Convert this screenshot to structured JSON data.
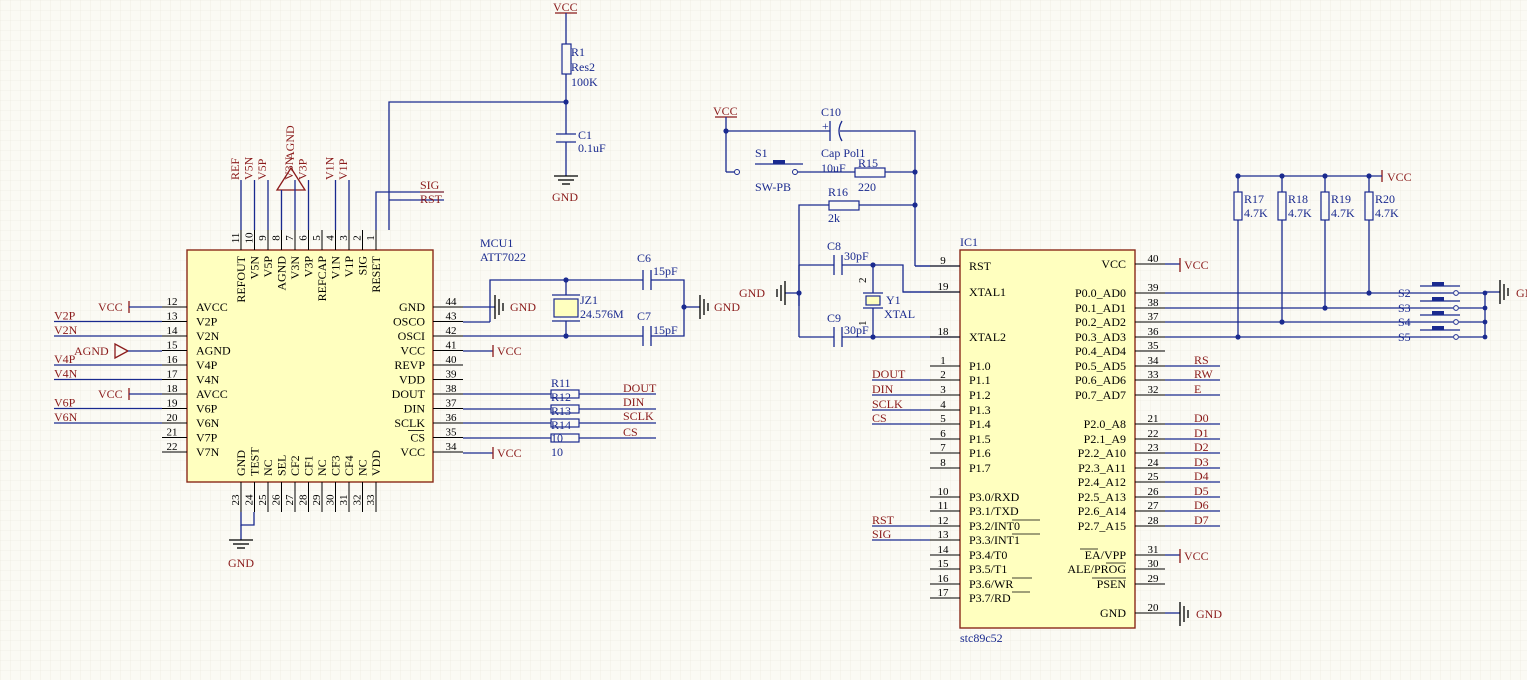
{
  "schematic": {
    "power": {
      "vcc": "VCC",
      "gnd": "GND",
      "agnd": "AGND"
    },
    "components": {
      "r1": {
        "ref": "R1",
        "value": "Res2",
        "value2": "100K"
      },
      "c1": {
        "ref": "C1",
        "value": "0.1uF"
      },
      "c10": {
        "ref": "C10",
        "value": "Cap Pol1",
        "value2": "10uF"
      },
      "s1": {
        "ref": "S1",
        "value": "SW-PB"
      },
      "r15": {
        "ref": "R15",
        "value": "220"
      },
      "r16": {
        "ref": "R16",
        "value": "2k"
      },
      "c8": {
        "ref": "C8",
        "value": "30pF"
      },
      "c9": {
        "ref": "C9",
        "value": "30pF"
      },
      "y1": {
        "ref": "Y1",
        "value": "XTAL",
        "pin1": "1",
        "pin2": "2"
      },
      "c6": {
        "ref": "C6",
        "value": "15pF"
      },
      "c7": {
        "ref": "C7",
        "value": "15pF"
      },
      "jz1": {
        "ref": "JZ1",
        "value": "24.576M"
      },
      "r11": {
        "ref": "R11"
      },
      "r12": {
        "ref": "R12"
      },
      "r13": {
        "ref": "R13"
      },
      "r14": {
        "ref": "R14",
        "value": "10",
        "value2": "10"
      },
      "r17": {
        "ref": "R17",
        "value": "4.7K"
      },
      "r18": {
        "ref": "R18",
        "value": "4.7K"
      },
      "r19": {
        "ref": "R19",
        "value": "4.7K"
      },
      "r20": {
        "ref": "R20",
        "value": "4.7K"
      },
      "switches": [
        "S2",
        "S3",
        "S4",
        "S5"
      ]
    },
    "mcu1": {
      "ref": "MCU1",
      "part": "ATT7022",
      "left_pins": [
        {
          "num": "12",
          "name": "AVCC",
          "net": "VCC"
        },
        {
          "num": "13",
          "name": "V2P",
          "net": "V2P"
        },
        {
          "num": "14",
          "name": "V2N",
          "net": "V2N"
        },
        {
          "num": "15",
          "name": "AGND",
          "net": "AGND"
        },
        {
          "num": "16",
          "name": "V4P",
          "net": "V4P"
        },
        {
          "num": "17",
          "name": "V4N",
          "net": "V4N"
        },
        {
          "num": "18",
          "name": "AVCC",
          "net": "VCC"
        },
        {
          "num": "19",
          "name": "V6P",
          "net": "V6P"
        },
        {
          "num": "20",
          "name": "V6N",
          "net": "V6N"
        },
        {
          "num": "21",
          "name": "V7P",
          "net": ""
        },
        {
          "num": "22",
          "name": "V7N",
          "net": ""
        }
      ],
      "right_pins": [
        {
          "num": "44",
          "name": "GND"
        },
        {
          "num": "43",
          "name": "OSCO"
        },
        {
          "num": "42",
          "name": "OSCI"
        },
        {
          "num": "41",
          "name": "VCC"
        },
        {
          "num": "40",
          "name": "REVP"
        },
        {
          "num": "39",
          "name": "VDD"
        },
        {
          "num": "38",
          "name": "DOUT"
        },
        {
          "num": "37",
          "name": "DIN"
        },
        {
          "num": "36",
          "name": "SCLK"
        },
        {
          "num": "35",
          "name": "CS"
        },
        {
          "num": "34",
          "name": "VCC"
        }
      ],
      "top_pins": [
        {
          "num": "11",
          "name": "REFOUT",
          "net": "REF"
        },
        {
          "num": "10",
          "name": "V5N",
          "net": "V5N"
        },
        {
          "num": "9",
          "name": "V5P",
          "net": "V5P"
        },
        {
          "num": "8",
          "name": "AGND",
          "net": "AGND"
        },
        {
          "num": "7",
          "name": "V3N",
          "net": "V3N"
        },
        {
          "num": "6",
          "name": "V3P",
          "net": "V3P"
        },
        {
          "num": "5",
          "name": "REFCAP",
          "net": ""
        },
        {
          "num": "4",
          "name": "V1N",
          "net": "V1N"
        },
        {
          "num": "3",
          "name": "V1P",
          "net": "V1P"
        },
        {
          "num": "2",
          "name": "SIG",
          "net": ""
        },
        {
          "num": "1",
          "name": "RESET",
          "net": ""
        }
      ],
      "bottom_pins": [
        {
          "num": "23",
          "name": "GND"
        },
        {
          "num": "24",
          "name": "TEST"
        },
        {
          "num": "25",
          "name": "NC"
        },
        {
          "num": "26",
          "name": "SEL"
        },
        {
          "num": "27",
          "name": "CF2"
        },
        {
          "num": "28",
          "name": "CF1"
        },
        {
          "num": "29",
          "name": "NC"
        },
        {
          "num": "30",
          "name": "CF3"
        },
        {
          "num": "31",
          "name": "CF4"
        },
        {
          "num": "32",
          "name": "NC"
        },
        {
          "num": "33",
          "name": "VDD"
        }
      ]
    },
    "ic1": {
      "ref": "IC1",
      "part": "stc89c52",
      "left_pins": [
        {
          "num": "9",
          "name": "RST"
        },
        {
          "num": "19",
          "name": "XTAL1"
        },
        {
          "num": "18",
          "name": "XTAL2"
        },
        {
          "num": "1",
          "name": "P1.0"
        },
        {
          "num": "2",
          "name": "P1.1"
        },
        {
          "num": "3",
          "name": "P1.2"
        },
        {
          "num": "4",
          "name": "P1.3"
        },
        {
          "num": "5",
          "name": "P1.4"
        },
        {
          "num": "6",
          "name": "P1.5"
        },
        {
          "num": "7",
          "name": "P1.6"
        },
        {
          "num": "8",
          "name": "P1.7"
        },
        {
          "num": "10",
          "name": "P3.0/RXD"
        },
        {
          "num": "11",
          "name": "P3.1/TXD"
        },
        {
          "num": "12",
          "name": "P3.2/INT0"
        },
        {
          "num": "13",
          "name": "P3.3/INT1"
        },
        {
          "num": "14",
          "name": "P3.4/T0"
        },
        {
          "num": "15",
          "name": "P3.5/T1"
        },
        {
          "num": "16",
          "name": "P3.6/WR"
        },
        {
          "num": "17",
          "name": "P3.7/RD"
        }
      ],
      "right_pins": [
        {
          "num": "40",
          "name": "VCC"
        },
        {
          "num": "39",
          "name": "P0.0_AD0"
        },
        {
          "num": "38",
          "name": "P0.1_AD1"
        },
        {
          "num": "37",
          "name": "P0.2_AD2"
        },
        {
          "num": "36",
          "name": "P0.3_AD3"
        },
        {
          "num": "35",
          "name": "P0.4_AD4"
        },
        {
          "num": "34",
          "name": "P0.5_AD5"
        },
        {
          "num": "33",
          "name": "P0.6_AD6"
        },
        {
          "num": "32",
          "name": "P0.7_AD7"
        },
        {
          "num": "21",
          "name": "P2.0_A8"
        },
        {
          "num": "22",
          "name": "P2.1_A9"
        },
        {
          "num": "23",
          "name": "P2.2_A10"
        },
        {
          "num": "24",
          "name": "P2.3_A11"
        },
        {
          "num": "25",
          "name": "P2.4_A12"
        },
        {
          "num": "26",
          "name": "P2.5_A13"
        },
        {
          "num": "27",
          "name": "P2.6_A14"
        },
        {
          "num": "28",
          "name": "P2.7_A15"
        },
        {
          "num": "31",
          "name": "EA/VPP"
        },
        {
          "num": "30",
          "name": "ALE/PROG"
        },
        {
          "num": "29",
          "name": "PSEN"
        },
        {
          "num": "20",
          "name": "GND"
        }
      ],
      "left_nets": {
        "p10": "DOUT",
        "p11": "DIN",
        "p12": "SCLK",
        "p14": "CS",
        "p32": "RST",
        "p33": "SIG"
      },
      "right_nets": {
        "p05": "RS",
        "p06": "RW",
        "p07": "E",
        "d": [
          "D0",
          "D1",
          "D2",
          "D3",
          "D4",
          "D5",
          "D6",
          "D7"
        ]
      }
    },
    "nets": {
      "sig": "SIG",
      "rst": "RST",
      "dout": "DOUT",
      "din": "DIN",
      "sclk": "SCLK",
      "cs": "CS"
    }
  }
}
